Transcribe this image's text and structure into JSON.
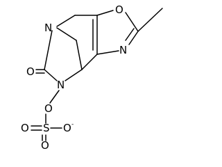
{
  "molecule": {
    "atoms": {
      "n_bridge": "N",
      "o_oxazole": "O",
      "n_oxazole": "N",
      "o_carbonyl": "O",
      "n_amide": "N",
      "o_ester": "O",
      "s_sulfur": "S",
      "o_sulfonyl_left": "O",
      "o_sulfonyl_bottom": "O",
      "o_anion": "O",
      "anion_charge": "-"
    }
  }
}
